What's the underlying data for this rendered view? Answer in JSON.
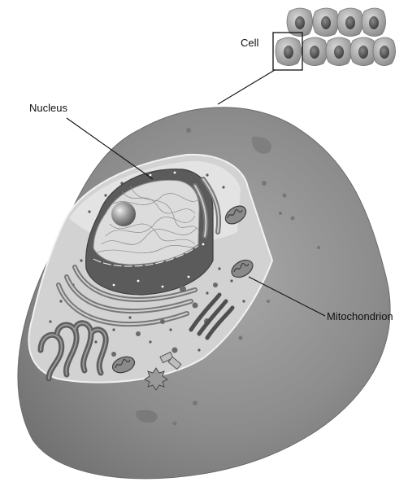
{
  "labels": {
    "cell": "Cell",
    "nucleus": "Nucleus",
    "mitochondrion": "Mitochondrion"
  },
  "colors": {
    "cytoplasm_outer": "#8f8f8f",
    "cut_face": "#cfcfcf",
    "nucleus": "#5b5b5b",
    "nucleoplasm": "#dcdcdc",
    "organelle": "#6e6e6e",
    "line": "#111111"
  },
  "icons": [
    "cell-cluster-icon",
    "selection-box-icon"
  ]
}
